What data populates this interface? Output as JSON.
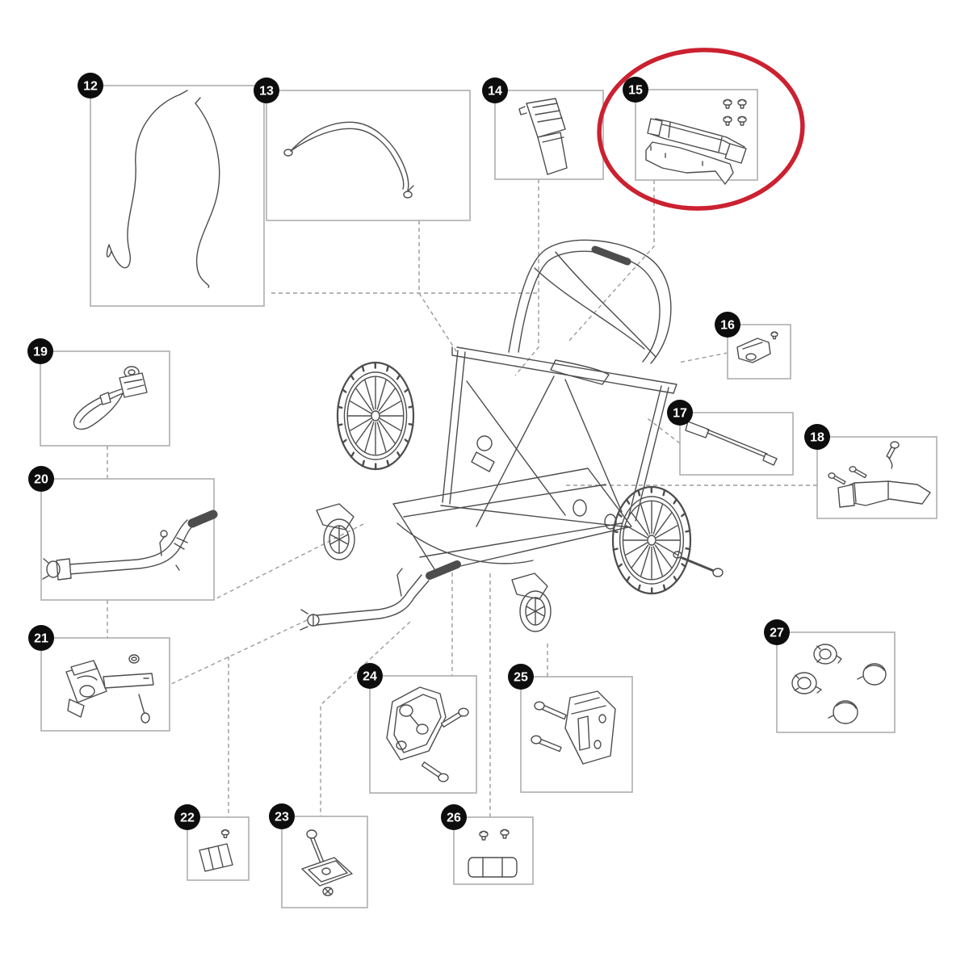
{
  "diagram": {
    "type": "exploded-parts-diagram",
    "subject": "child-carrier chassis spare parts",
    "highlighted_part": "15",
    "colors": {
      "background": "#ffffff",
      "line": "#4d4d4d",
      "box_border": "#aeaeae",
      "leader_line": "#9b9b9b",
      "badge_background": "#0d0d0d",
      "badge_text": "#ffffff",
      "highlight": "#cb2130"
    },
    "parts": [
      {
        "number": "12",
        "name": "cable-set",
        "highlighted": false
      },
      {
        "number": "13",
        "name": "wire-bow",
        "highlighted": false
      },
      {
        "number": "14",
        "name": "strap-with-buckle",
        "highlighted": false
      },
      {
        "number": "15",
        "name": "bumper-bar-kit-with-screws",
        "highlighted": true
      },
      {
        "number": "16",
        "name": "clamp-with-screw",
        "highlighted": false
      },
      {
        "number": "17",
        "name": "axle-rod",
        "highlighted": false
      },
      {
        "number": "18",
        "name": "guard-bracket-with-screws",
        "highlighted": false
      },
      {
        "number": "19",
        "name": "tether-strap-with-buckle",
        "highlighted": false
      },
      {
        "number": "20",
        "name": "tow-bar-arm",
        "highlighted": false
      },
      {
        "number": "21",
        "name": "hitch-assembly-with-bolt",
        "highlighted": false
      },
      {
        "number": "22",
        "name": "plate-with-screw",
        "highlighted": false
      },
      {
        "number": "23",
        "name": "bracket-tray-with-screw-and-nut",
        "highlighted": false
      },
      {
        "number": "24",
        "name": "mounting-plate-with-bolts",
        "highlighted": false
      },
      {
        "number": "25",
        "name": "wedge-block-with-bolts",
        "highlighted": false
      },
      {
        "number": "26",
        "name": "cover-plate-with-screws",
        "highlighted": false
      },
      {
        "number": "27",
        "name": "hub-cap-set",
        "highlighted": false
      }
    ]
  }
}
